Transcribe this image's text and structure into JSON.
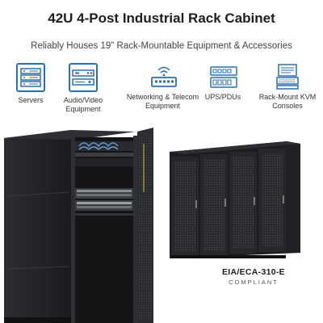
{
  "title": "42U 4-Post Industrial Rack Cabinet",
  "subtitle": "Reliably Houses 19\" Rack-Mountable Equipment & Accessories",
  "icons": [
    {
      "name": "servers-icon",
      "label": "Servers"
    },
    {
      "name": "audio-video-equipment-icon",
      "label": "Audio/Video Equipment"
    },
    {
      "name": "networking-telecom-icon",
      "label": "Networking & Telecom Equipment"
    },
    {
      "name": "ups-pdu-icon",
      "label": "UPS/PDUs"
    },
    {
      "name": "kvm-console-icon",
      "label": "Rack-Mount KVM Consoles"
    }
  ],
  "compliance": {
    "standard": "EIA/ECA-310-E",
    "label": "COMPLIANT"
  },
  "colors": {
    "accent": "#2b6fad",
    "cabinet": "#1e1f21",
    "title": "#1e1e1e"
  }
}
